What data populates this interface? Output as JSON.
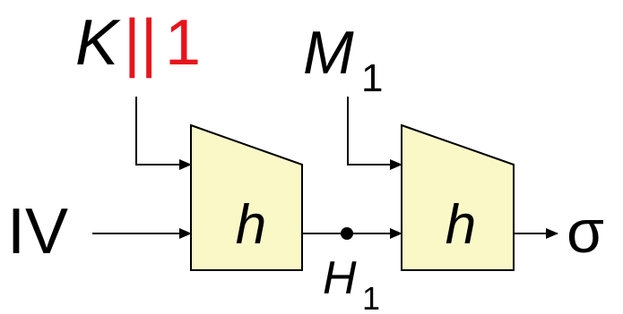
{
  "labels": {
    "key": "K",
    "separator": "||",
    "one": "1",
    "message": "M",
    "message_sub": "1",
    "iv": "IV",
    "h_left": "h",
    "h_right": "h",
    "chain": "H",
    "chain_sub": "1",
    "output": "σ"
  },
  "colors": {
    "accent": "#e8141c",
    "box_fill": "#fbf8c8",
    "stroke": "#000000"
  }
}
